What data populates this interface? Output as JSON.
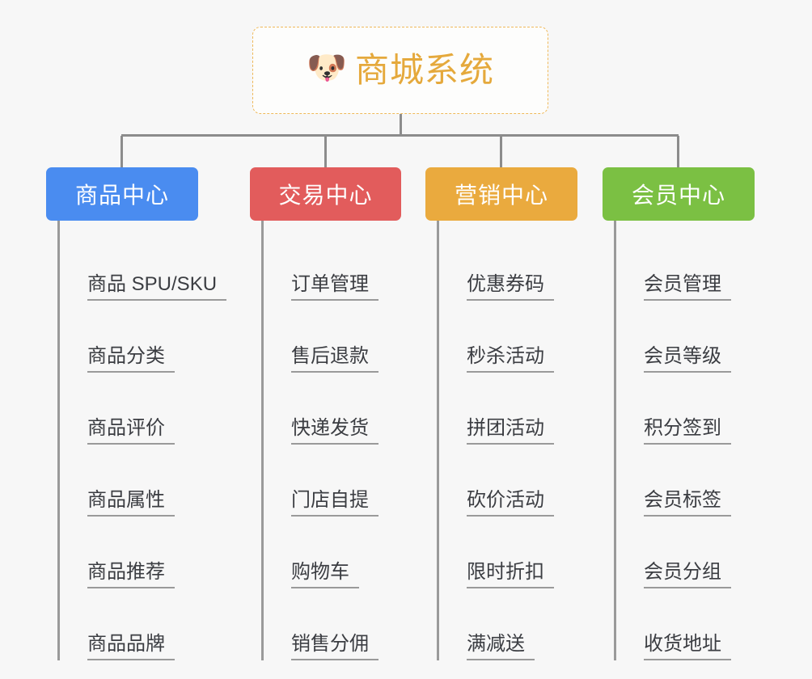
{
  "canvas": {
    "background": "#f7f7f7",
    "line_color": "#8c8c8c"
  },
  "root": {
    "icon": "shiba-dog-face-icon",
    "emoji": "🐶",
    "title": "商城系统",
    "title_color": "#e5a93c",
    "border_color": "#efb95a",
    "border_style": "dashed"
  },
  "branches": [
    {
      "id": "product-center",
      "label": "商品中心",
      "color": "#4a8cf0",
      "items": [
        "商品 SPU/SKU",
        "商品分类",
        "商品评价",
        "商品属性",
        "商品推荐",
        "商品品牌"
      ]
    },
    {
      "id": "trade-center",
      "label": "交易中心",
      "color": "#e25c5c",
      "items": [
        "订单管理",
        "售后退款",
        "快递发货",
        "门店自提",
        "购物车",
        "销售分佣"
      ]
    },
    {
      "id": "marketing-center",
      "label": "营销中心",
      "color": "#eaaa3e",
      "items": [
        "优惠券码",
        "秒杀活动",
        "拼团活动",
        "砍价活动",
        "限时折扣",
        "满减送"
      ]
    },
    {
      "id": "member-center",
      "label": "会员中心",
      "color": "#7bc043",
      "items": [
        "会员管理",
        "会员等级",
        "积分签到",
        "会员标签",
        "会员分组",
        "收货地址"
      ]
    }
  ]
}
